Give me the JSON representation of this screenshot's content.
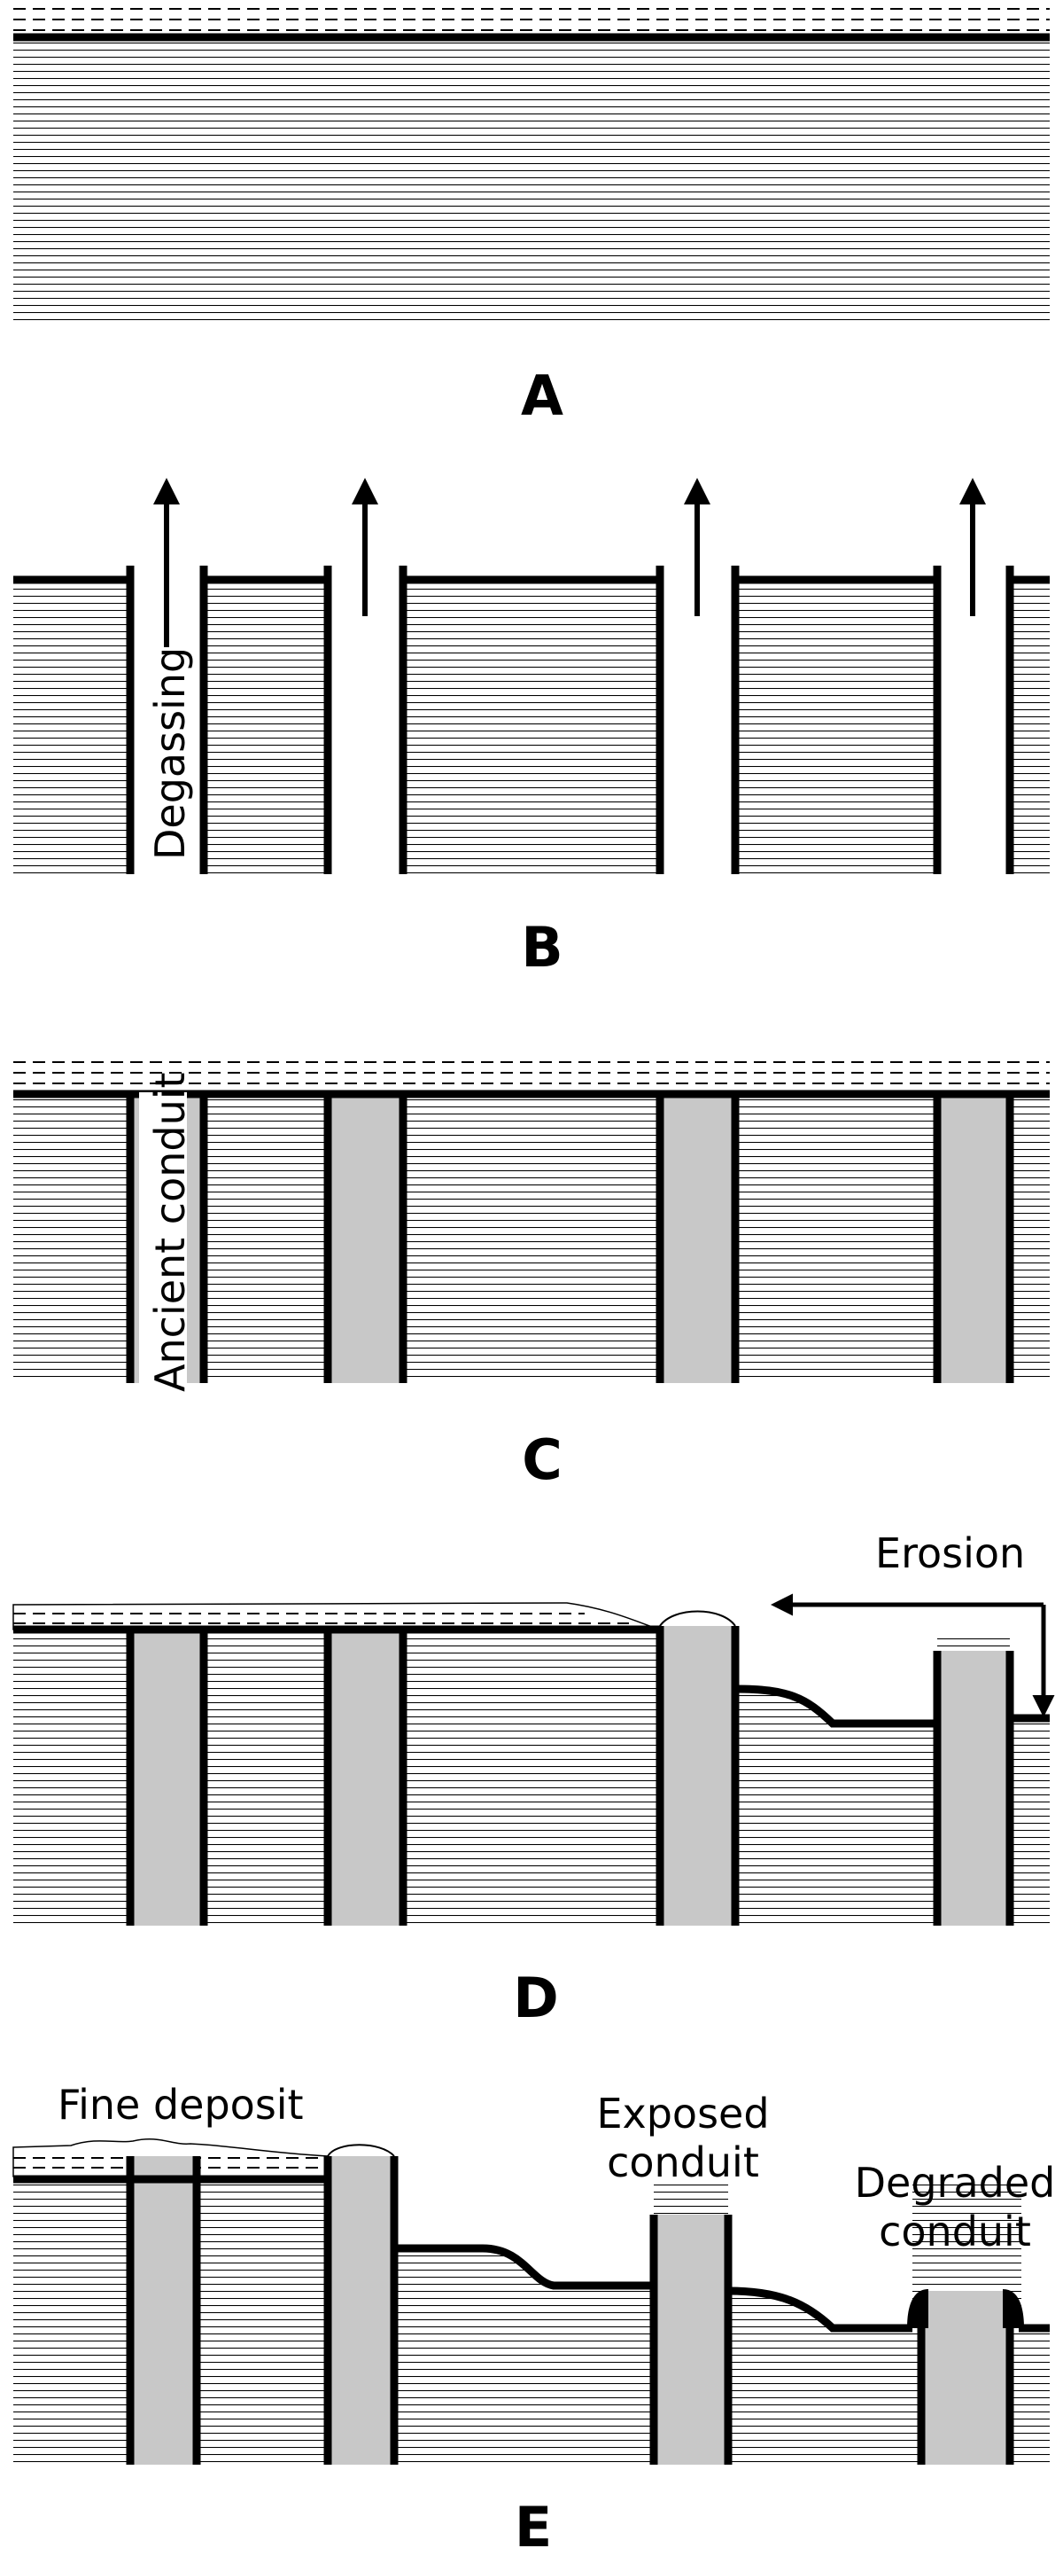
{
  "colors": {
    "background": "#ffffff",
    "ink": "#000000",
    "conduit_fill": "#c8c8c8"
  },
  "panels": [
    {
      "letter": "A"
    },
    {
      "letter": "B",
      "arrow_label": "Degassing"
    },
    {
      "letter": "C",
      "conduit_label": "Ancient conduit"
    },
    {
      "letter": "D",
      "erosion_label": "Erosion"
    },
    {
      "letter": "E",
      "labels": {
        "fine_deposit": "Fine deposit",
        "exposed_line1": "Exposed",
        "exposed_line2": "conduit",
        "degraded_line1": "Degraded",
        "degraded_line2": "conduit"
      }
    }
  ]
}
